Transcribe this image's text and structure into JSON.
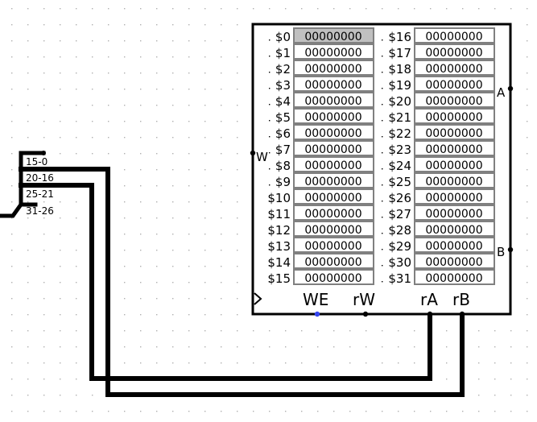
{
  "splitter": {
    "labels": [
      "15-0",
      "20-16",
      "25-21",
      "31-26"
    ]
  },
  "register_file": {
    "left_names": [
      "$0",
      "$1",
      "$2",
      "$3",
      "$4",
      "$5",
      "$6",
      "$7",
      "$8",
      "$9",
      "$10",
      "$11",
      "$12",
      "$13",
      "$14",
      "$15"
    ],
    "right_names": [
      "$16",
      "$17",
      "$18",
      "$19",
      "$20",
      "$21",
      "$22",
      "$23",
      "$24",
      "$25",
      "$26",
      "$27",
      "$28",
      "$29",
      "$30",
      "$31"
    ],
    "left_values": [
      "00000000",
      "00000000",
      "00000000",
      "00000000",
      "00000000",
      "00000000",
      "00000000",
      "00000000",
      "00000000",
      "00000000",
      "00000000",
      "00000000",
      "00000000",
      "00000000",
      "00000000",
      "00000000"
    ],
    "right_values": [
      "00000000",
      "00000000",
      "00000000",
      "00000000",
      "00000000",
      "00000000",
      "00000000",
      "00000000",
      "00000000",
      "00000000",
      "00000000",
      "00000000",
      "00000000",
      "00000000",
      "00000000",
      "00000000"
    ],
    "selected_register": "$0",
    "ports": {
      "w": "W",
      "a": "A",
      "b": "B",
      "we": "WE",
      "rw": "rW",
      "ra": "rA",
      "rb": "rB"
    }
  },
  "colors": {
    "wire": "#000000",
    "grid_dot": "#b0b0b0",
    "selected_cell": "#c0c0c0",
    "cell_border": "#808080",
    "we_pin": "#3344ee"
  }
}
